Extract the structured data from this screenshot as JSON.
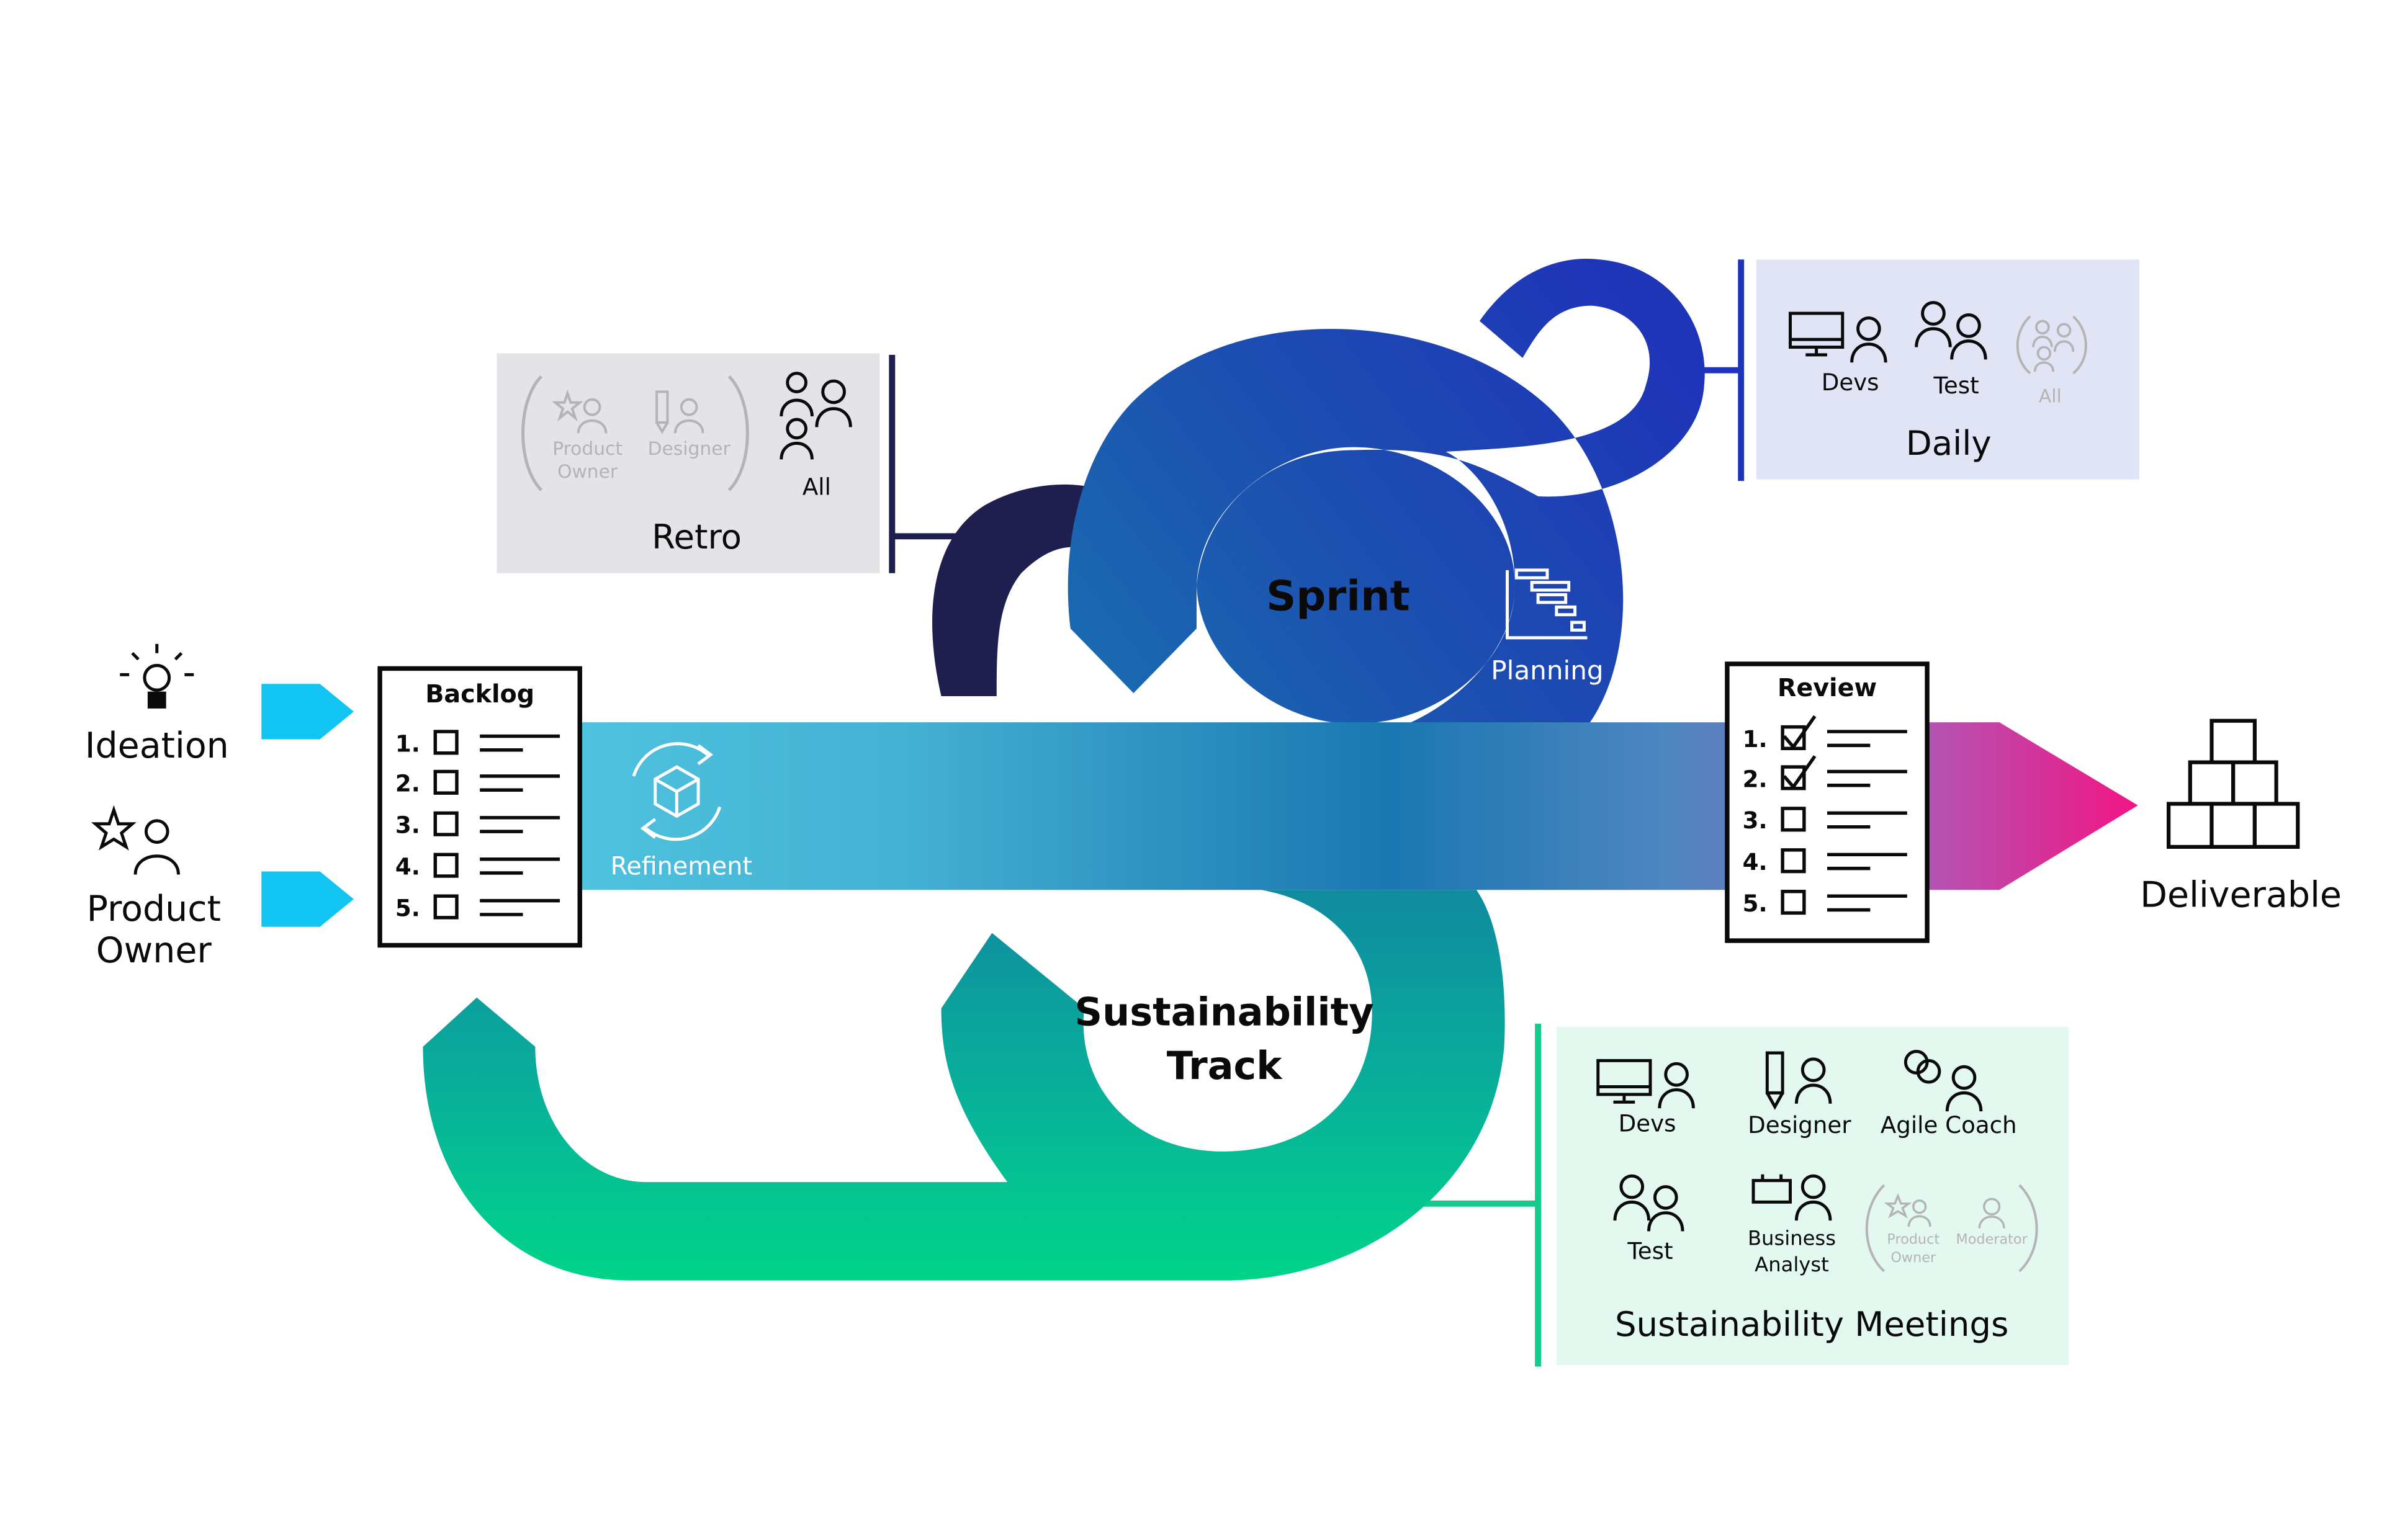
{
  "colors": {
    "sprint": "#1f35b8",
    "retro_arc": "#1e1e4f",
    "sustain_top": "#0e8aa3",
    "sustain_bottom": "#00d488",
    "arrow_start": "#48bfe0",
    "arrow_mid": "#1b7db4",
    "arrow_end": "#ee1b8b",
    "input_arrow": "#11c4f2",
    "retro_box": "#e3e3e8",
    "daily_box": "#e1e4f4",
    "sustain_box": "#e3f8ef",
    "faded": "#b4b4b4"
  },
  "inputs": {
    "ideation": "Ideation",
    "product_owner_line1": "Product",
    "product_owner_line2": "Owner"
  },
  "backlog": {
    "title": "Backlog",
    "items": [
      "1.",
      "2.",
      "3.",
      "4.",
      "5."
    ]
  },
  "refinement": {
    "label": "Refinement"
  },
  "review": {
    "title": "Review",
    "items": [
      "1.",
      "2.",
      "3.",
      "4.",
      "5."
    ],
    "checked": [
      true,
      true,
      false,
      false,
      false
    ]
  },
  "deliverable": {
    "label": "Deliverable"
  },
  "sprint": {
    "label": "Sprint",
    "planning": "Planning"
  },
  "track": {
    "line1": "Sustainability",
    "line2": "Track"
  },
  "retro": {
    "title": "Retro",
    "optional": [
      "Product",
      "Owner",
      "Designer"
    ],
    "required": "All"
  },
  "daily": {
    "title": "Daily",
    "roles": [
      "Devs",
      "Test"
    ],
    "optional": "All"
  },
  "sustainability_meetings": {
    "title": "Sustainability Meetings",
    "roles": [
      "Devs",
      "Designer",
      "Agile Coach",
      "Test",
      "Business",
      "Analyst"
    ],
    "optional": [
      "Product",
      "Owner",
      "Moderator"
    ]
  }
}
